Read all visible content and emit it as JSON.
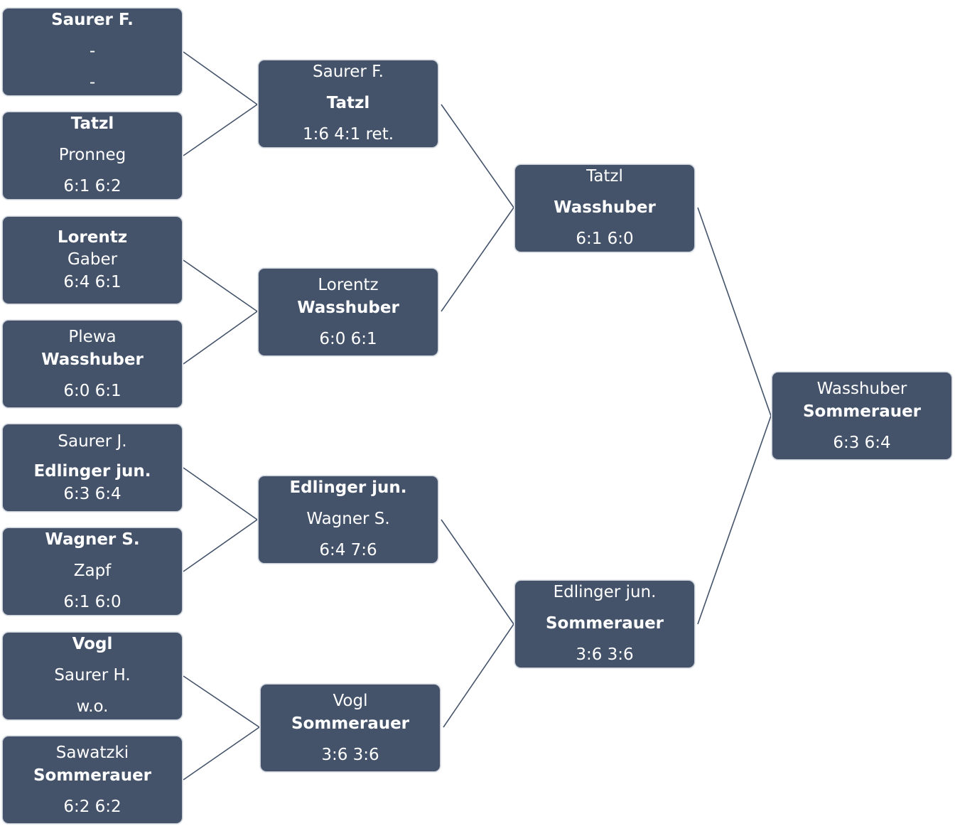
{
  "bracket": {
    "round1": [
      {
        "id": "r1m1",
        "player1": "Saurer F.",
        "player2": "-",
        "score": "-",
        "winner": 1
      },
      {
        "id": "r1m2",
        "player1": "Tatzl",
        "player2": "Pronneg",
        "score": "6:1 6:2",
        "winner": 1
      },
      {
        "id": "r1m3",
        "player1": "Lorentz",
        "player2": "Gaber",
        "score": "6:4 6:1",
        "winner": 1
      },
      {
        "id": "r1m4",
        "player1": "Plewa",
        "player2": "Wasshuber",
        "score": "6:0 6:1",
        "winner": 2
      },
      {
        "id": "r1m5",
        "player1": "Saurer J.",
        "player2": "Edlinger jun.",
        "score": "6:3 6:4",
        "winner": 2
      },
      {
        "id": "r1m6",
        "player1": "Wagner S.",
        "player2": "Zapf",
        "score": "6:1 6:0",
        "winner": 1
      },
      {
        "id": "r1m7",
        "player1": "Vogl",
        "player2": "Saurer H.",
        "score": "w.o.",
        "winner": 1
      },
      {
        "id": "r1m8",
        "player1": "Sawatzki",
        "player2": "Sommerauer",
        "score": "6:2 6:2",
        "winner": 2
      }
    ],
    "round2": [
      {
        "id": "r2m1",
        "player1": "Saurer F.",
        "player2": "Tatzl",
        "score": "1:6 4:1 ret.",
        "winner": 2
      },
      {
        "id": "r2m2",
        "player1": "Lorentz",
        "player2": "Wasshuber",
        "score": "6:0 6:1",
        "winner": 2
      },
      {
        "id": "r2m3",
        "player1": "Edlinger jun.",
        "player2": "Wagner S.",
        "score": "6:4 7:6",
        "winner": 1
      },
      {
        "id": "r2m4",
        "player1": "Vogl",
        "player2": "Sommerauer",
        "score": "3:6 3:6",
        "winner": 2
      }
    ],
    "semifinals": [
      {
        "id": "sf1",
        "player1": "Tatzl",
        "player2": "Wasshuber",
        "score": "6:1 6:0",
        "winner": 2
      },
      {
        "id": "sf2",
        "player1": "Edlinger jun.",
        "player2": "Sommerauer",
        "score": "3:6 3:6",
        "winner": 2
      }
    ],
    "final": {
      "id": "final",
      "player1": "Wasshuber",
      "player2": "Sommerauer",
      "score": "6:3 6:4",
      "winner": 2
    }
  },
  "colors": {
    "box_fill": "#44536a",
    "box_text": "#ffffff",
    "connector": "#44536a"
  }
}
